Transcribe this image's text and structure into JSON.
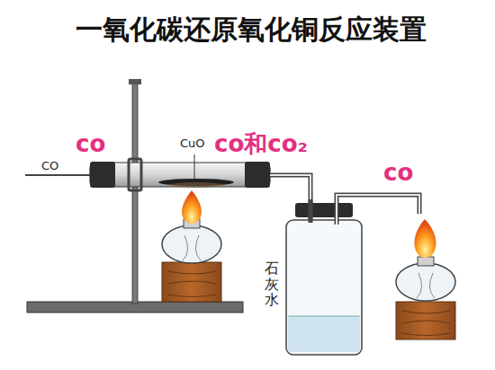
{
  "diagram": {
    "title": "一氧化碳还原氧化铜反应装置",
    "labels": [
      "CO",
      "co",
      "CuO",
      "co和co₂",
      "co",
      "石灰水"
    ]
  }
}
